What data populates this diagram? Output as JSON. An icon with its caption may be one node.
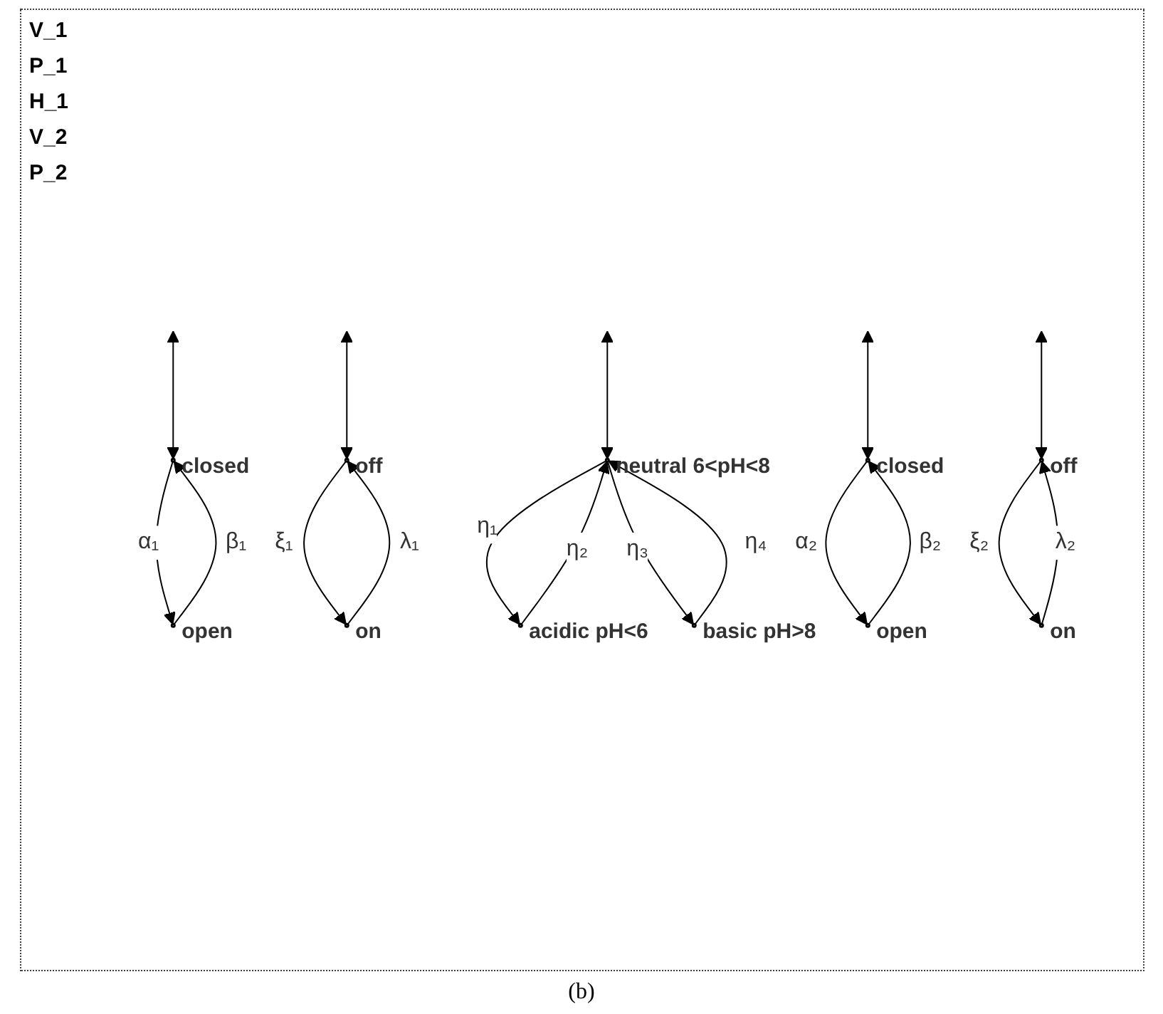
{
  "diagram": {
    "caption": "(b)",
    "nodes": [
      {
        "text": [],
        "shape": "circle",
        "beside": [
          "closed"
        ]
      },
      {
        "text": [],
        "shape": "circle",
        "beside": [
          "open"
        ]
      },
      {
        "text": [],
        "shape": "circle",
        "beside": [
          "off"
        ]
      },
      {
        "text": [],
        "shape": "circle",
        "beside": [
          "on"
        ]
      },
      {
        "text": [],
        "shape": "circle",
        "beside": [
          "neutral 6<pH<8"
        ]
      },
      {
        "text": [],
        "shape": "circle",
        "beside": [
          "acidic pH<6"
        ]
      },
      {
        "text": [],
        "shape": "circle",
        "beside": [
          "basic pH>8"
        ]
      },
      {
        "text": [],
        "shape": "circle",
        "beside": [
          "closed"
        ]
      },
      {
        "text": [],
        "shape": "circle",
        "beside": [
          "open"
        ]
      },
      {
        "text": [],
        "shape": "circle",
        "beside": [
          "off"
        ]
      },
      {
        "text": [],
        "shape": "circle",
        "beside": [
          "on"
        ]
      }
    ],
    "edges": [
      {
        "from": null,
        "to": 0,
        "arrow": "both"
      },
      {
        "from": 0,
        "to": 1,
        "arrow": "to",
        "label": "α₁"
      },
      {
        "from": 1,
        "to": 0,
        "arrow": "to",
        "label": "β₁"
      },
      {
        "from": null,
        "to": 2,
        "arrow": "both"
      },
      {
        "from": 2,
        "to": 3,
        "arrow": "to",
        "label": "ξ₁"
      },
      {
        "from": 3,
        "to": 2,
        "arrow": "to",
        "label": "λ₁"
      },
      {
        "from": null,
        "to": 4,
        "arrow": "both"
      },
      {
        "from": 4,
        "to": 5,
        "arrow": "to",
        "label": "η₁"
      },
      {
        "from": 5,
        "to": 4,
        "arrow": "to",
        "label": "η₂"
      },
      {
        "from": 4,
        "to": 6,
        "arrow": "to",
        "label": "η₃"
      },
      {
        "from": 6,
        "to": 4,
        "arrow": "to",
        "label": "η₄"
      },
      {
        "from": null,
        "to": 7,
        "arrow": "both"
      },
      {
        "from": 7,
        "to": 8,
        "arrow": "to",
        "label": "α₂"
      },
      {
        "from": 8,
        "to": 7,
        "arrow": "to",
        "label": "β₂"
      },
      {
        "from": null,
        "to": 9,
        "arrow": "both"
      },
      {
        "from": 9,
        "to": 10,
        "arrow": "to",
        "label": "ξ₂"
      },
      {
        "from": 10,
        "to": 9,
        "arrow": "to",
        "label": "λ₂"
      }
    ],
    "labels": [
      "V_1",
      "P_1",
      "H_1",
      "V_2",
      "P_2"
    ]
  }
}
